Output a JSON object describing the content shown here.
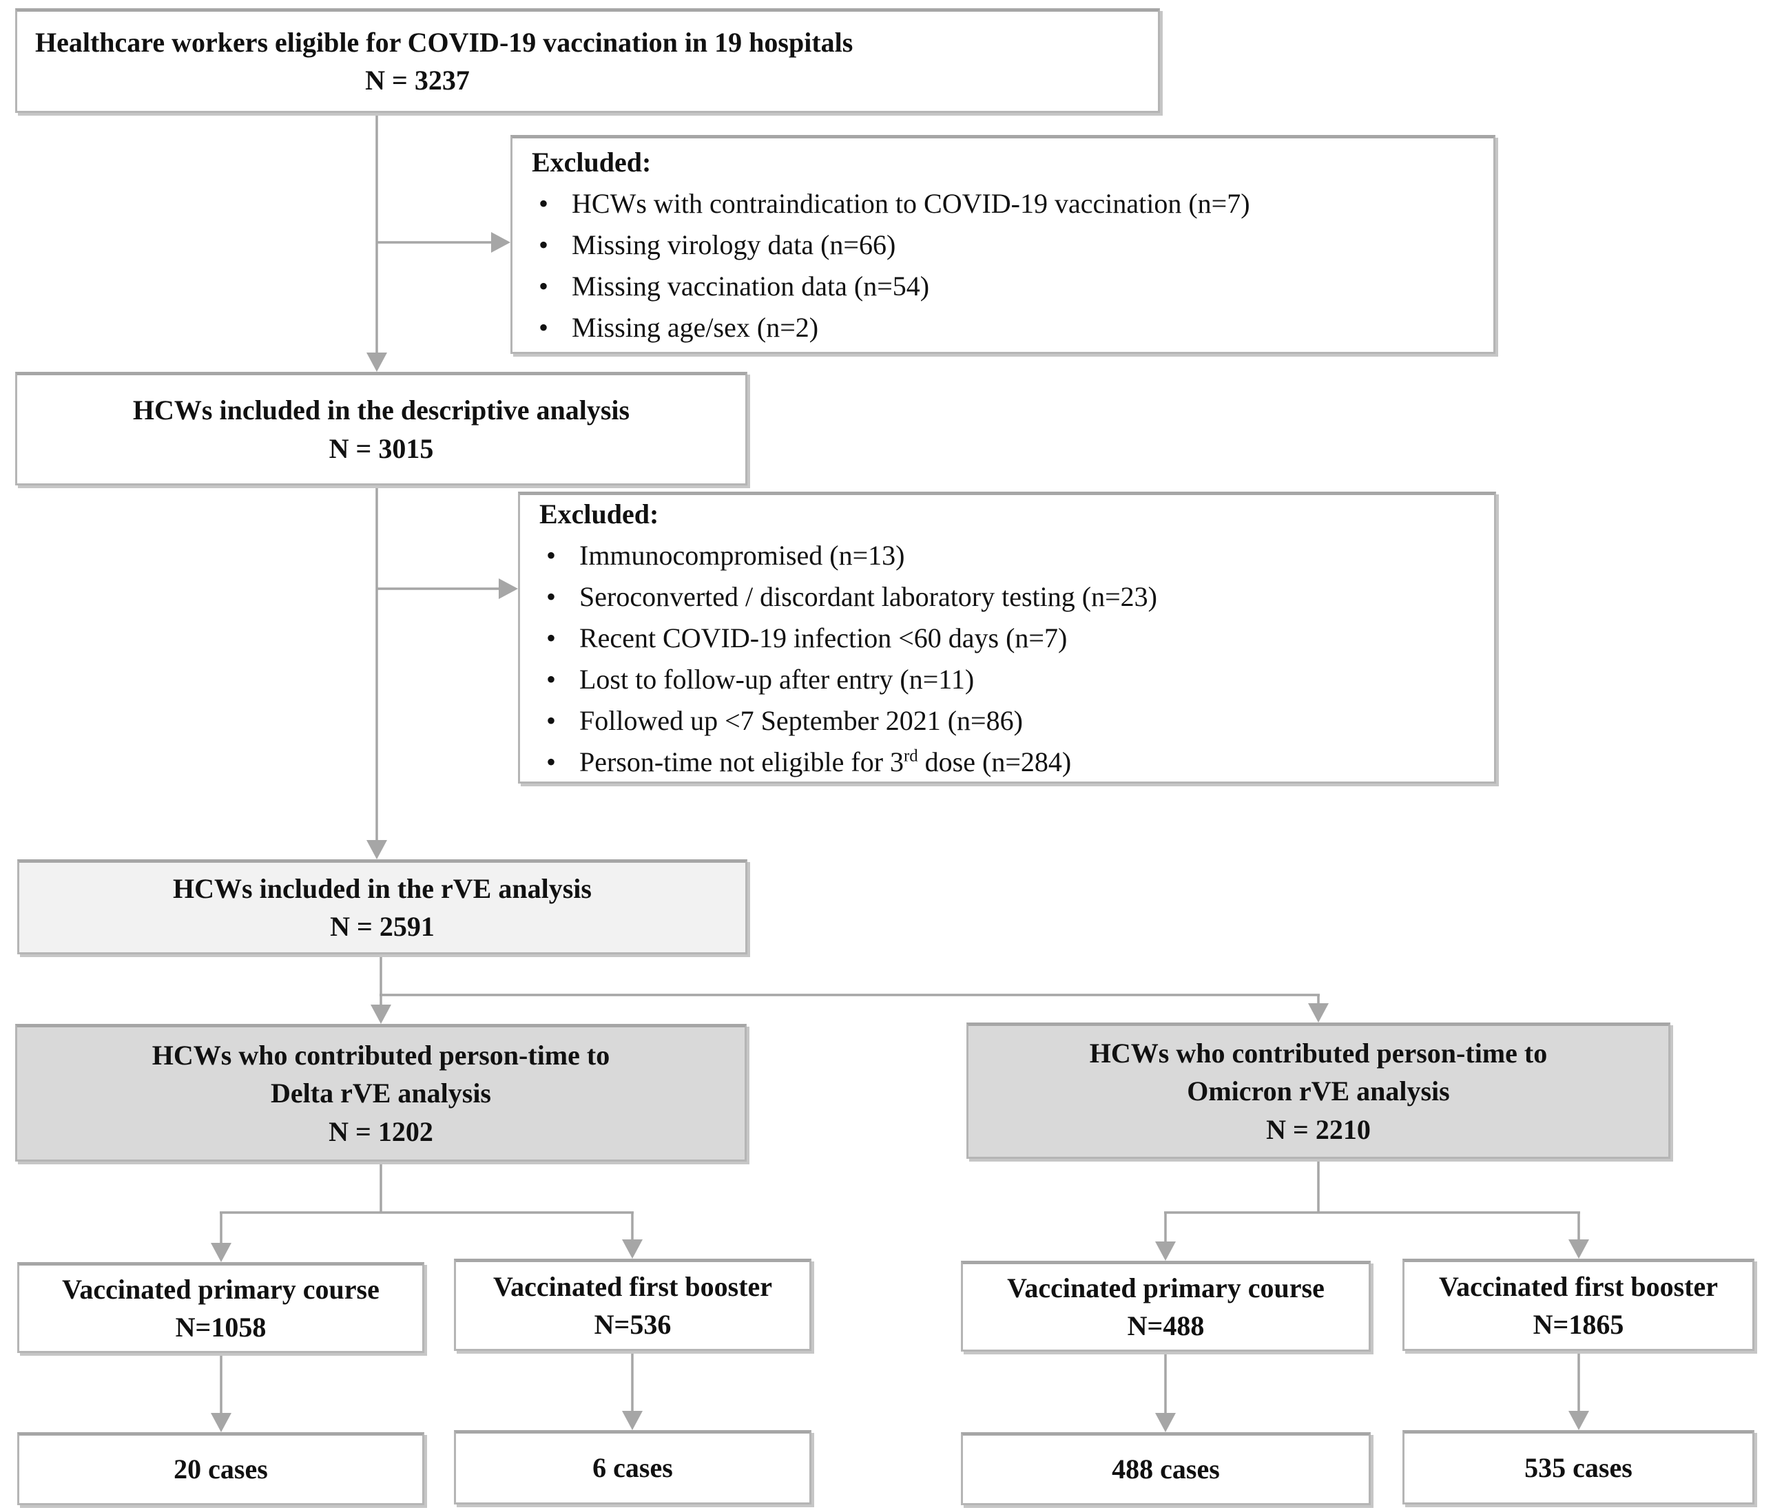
{
  "diagram": {
    "box_eligible": {
      "label": "Healthcare workers eligible for COVID-19 vaccination in 19 hospitals",
      "n": "N = 3237"
    },
    "box_excluded_1": {
      "header": "Excluded:",
      "items": [
        "HCWs with contraindication to COVID-19 vaccination (n=7)",
        "Missing virology data (n=66)",
        "Missing vaccination data (n=54)",
        "Missing age/sex (n=2)"
      ]
    },
    "box_descriptive": {
      "label": "HCWs included in the descriptive analysis",
      "n": "N = 3015"
    },
    "box_excluded_2": {
      "header": "Excluded:",
      "items": [
        "Immunocompromised (n=13)",
        "Seroconverted / discordant laboratory testing (n=23)",
        "Recent COVID-19 infection <60 days (n=7)",
        "Lost to follow-up after entry (n=11)",
        "Followed up <7 September 2021 (n=86)"
      ],
      "item_superscript": {
        "pre": "Person-time not eligible for 3",
        "sup": "rd",
        "post": " dose (n=284)"
      }
    },
    "box_rve": {
      "label": "HCWs included in the rVE analysis",
      "n": "N = 2591"
    },
    "box_delta": {
      "label_line1": "HCWs who contributed person-time to",
      "label_line2": "Delta rVE analysis",
      "n": "N = 1202"
    },
    "box_omicron": {
      "label_line1": "HCWs who contributed person-time to",
      "label_line2": "Omicron rVE analysis",
      "n": "N = 2210"
    },
    "box_delta_primary": {
      "label": "Vaccinated primary course",
      "n": "N=1058"
    },
    "box_delta_booster": {
      "label": "Vaccinated first booster",
      "n": "N=536"
    },
    "box_omicron_primary": {
      "label": "Vaccinated primary course",
      "n": "N=488"
    },
    "box_omicron_booster": {
      "label": "Vaccinated first booster",
      "n": "N=1865"
    },
    "box_delta_primary_cases": {
      "label": "20 cases"
    },
    "box_delta_booster_cases": {
      "label": "6 cases"
    },
    "box_omicron_primary_cases": {
      "label": "488 cases"
    },
    "box_omicron_booster_cases": {
      "label": "535 cases"
    },
    "colors": {
      "connector_line": "#a6a6a6",
      "box_border": "#b5b5b5",
      "fill_white": "#ffffff",
      "fill_light_gray": "#f2f2f2",
      "fill_dark_gray": "#d9d9d9",
      "text": "#111111"
    }
  }
}
